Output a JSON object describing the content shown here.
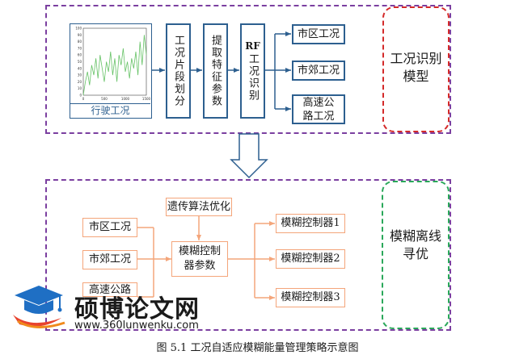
{
  "top": {
    "driving_label": "行驶工况",
    "segment_box": "工况片段划分",
    "feature_box": "提取特征参数",
    "rf_prefix": "RF",
    "rf_box": "工况识别",
    "outputs": [
      "市区工况",
      "市郊工况",
      "高速公路工况"
    ],
    "panel_title": "工况识别模型"
  },
  "bottom": {
    "inputs": [
      "市区工况",
      "市郊工况",
      "高速公路"
    ],
    "ga_box": "遗传算法优化",
    "fuzzy_params": "模糊控制器参数",
    "controllers": [
      "模糊控制器1",
      "模糊控制器2",
      "模糊控制器3"
    ],
    "panel_title": "模糊离线寻优"
  },
  "caption": "图 5.1    工况自适应模糊能量管理策略示意图",
  "watermark": {
    "name": "硕博论文网",
    "url": "www.360lunwenku.com"
  },
  "colors": {
    "frame": "#7b3fa0",
    "red_panel": "#d42a2a",
    "green_panel": "#2aa85a",
    "top_box_border": "#2d5f8f",
    "orange": "#f4a57a",
    "chart_line": "#66c266"
  },
  "chart_data": {
    "type": "line",
    "x_ticks": [
      "0",
      "500",
      "1000",
      "1500"
    ],
    "y_ticks": [
      "0",
      "10",
      "20",
      "30",
      "40",
      "50",
      "60",
      "70",
      "80",
      "90",
      "100"
    ],
    "xlabel": "",
    "ylabel": "",
    "xlim": [
      0,
      1500
    ],
    "ylim": [
      0,
      100
    ],
    "series": [
      {
        "x": [
          0,
          50,
          100,
          150,
          200,
          250,
          300,
          350,
          400,
          450,
          500,
          550,
          600,
          650,
          700,
          750,
          800,
          850,
          900,
          950,
          1000,
          1050,
          1100,
          1150,
          1200,
          1250,
          1300,
          1350,
          1400,
          1450,
          1500
        ],
        "values": [
          0,
          20,
          35,
          15,
          45,
          30,
          55,
          25,
          60,
          40,
          20,
          50,
          35,
          65,
          30,
          55,
          20,
          60,
          45,
          70,
          35,
          50,
          25,
          55,
          40,
          65,
          30,
          80,
          45,
          90,
          60
        ]
      }
    ]
  }
}
